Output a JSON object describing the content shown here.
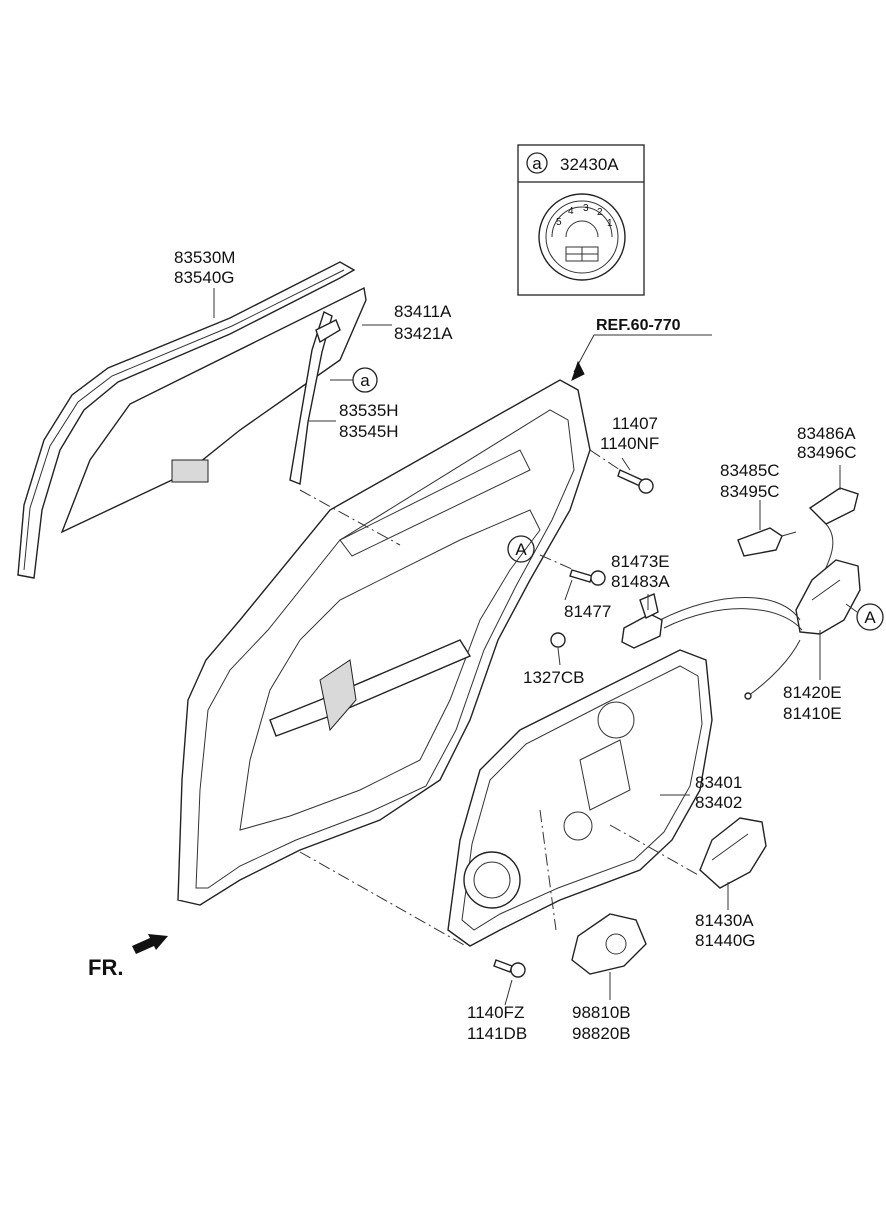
{
  "reference": "REF.60-770",
  "direction_label": "FR.",
  "callouts": {
    "circle_a": "a",
    "circle_A": "A"
  },
  "inset": {
    "key": "a",
    "part_number": "32430A",
    "dial_digits": [
      "5",
      "4",
      "3",
      "2",
      "1"
    ]
  },
  "parts": [
    {
      "id": "glass-run",
      "numbers": [
        "83530M",
        "83540G"
      ]
    },
    {
      "id": "door-glass",
      "numbers": [
        "83411A",
        "83421A"
      ]
    },
    {
      "id": "glass-channel",
      "numbers": [
        "83535H",
        "83545H"
      ]
    },
    {
      "id": "bolt-upper",
      "numbers": [
        "11407",
        "1140NF"
      ]
    },
    {
      "id": "latch-cable-upper",
      "numbers": [
        "83486A",
        "83496C"
      ]
    },
    {
      "id": "latch-rod",
      "numbers": [
        "83485C",
        "83495C"
      ]
    },
    {
      "id": "striker-bracket",
      "numbers": [
        "81473E",
        "81483A"
      ]
    },
    {
      "id": "screw",
      "numbers": [
        "81477"
      ]
    },
    {
      "id": "plug",
      "numbers": [
        "1327CB"
      ]
    },
    {
      "id": "door-latch",
      "numbers": [
        "81420E",
        "81410E"
      ]
    },
    {
      "id": "module-panel",
      "numbers": [
        "83401",
        "83402"
      ]
    },
    {
      "id": "latch-actuator",
      "numbers": [
        "81430A",
        "81440G"
      ]
    },
    {
      "id": "bolt-lower",
      "numbers": [
        "1140FZ",
        "1141DB"
      ]
    },
    {
      "id": "window-motor",
      "numbers": [
        "98810B",
        "98820B"
      ]
    }
  ]
}
